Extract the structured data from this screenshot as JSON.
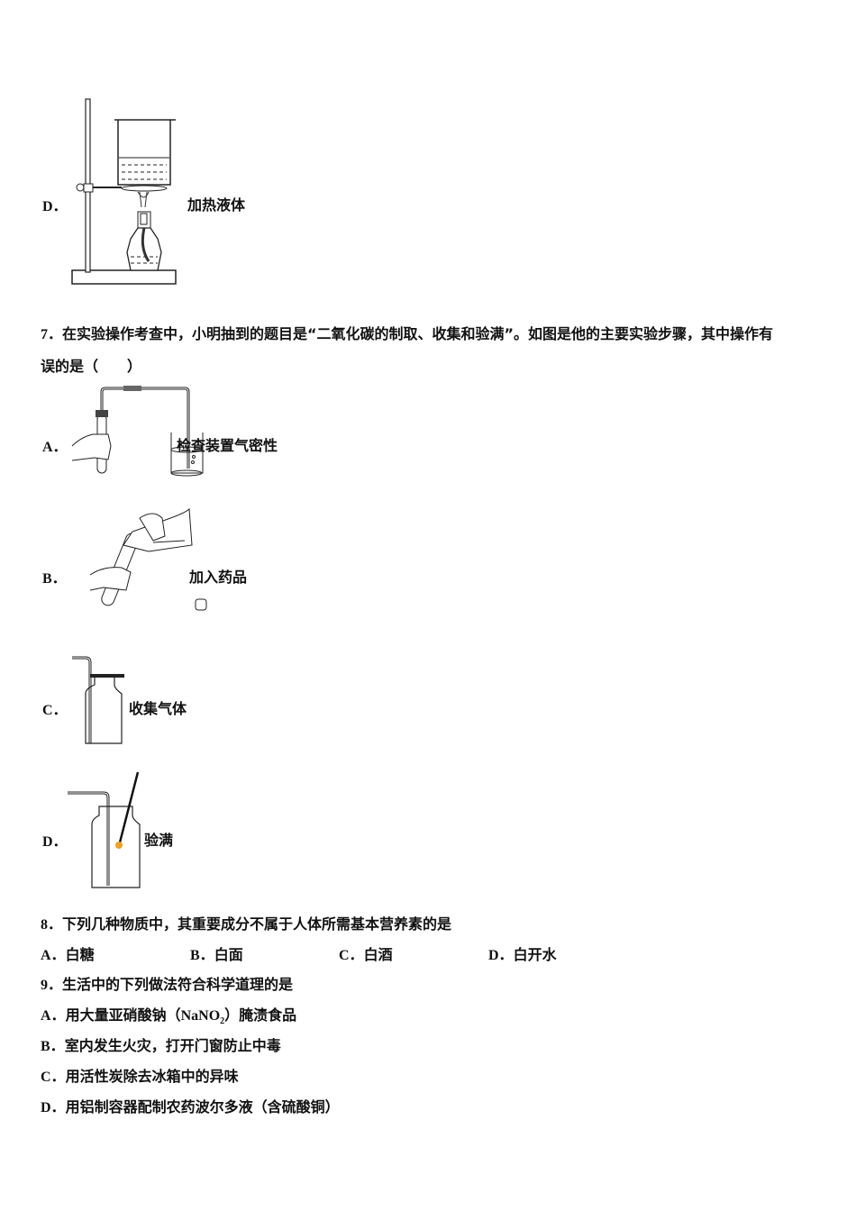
{
  "q6_tail": {
    "option_d": {
      "letter": "D．",
      "caption": "加热液体",
      "figure": "beaker-heating-on-iron-stand-over-alcohol-lamp"
    }
  },
  "q7": {
    "number": "7．",
    "stem_line1": "在实验操作考查中，小明抽到的题目是“二氧化碳的制取、收集和验满”。如图是他的主要实验步骤，其中操作有",
    "stem_line2": "误的是（　　）",
    "options": [
      {
        "letter": "A．",
        "caption": "检查装置气密性",
        "figure": "hand-holding-test-tube-air-tightness-check"
      },
      {
        "letter": "B．",
        "caption": "加入药品",
        "figure": "pouring-reagent-into-test-tube"
      },
      {
        "letter": "C．",
        "caption": "收集气体",
        "figure": "gas-collection-bottle-upward-air"
      },
      {
        "letter": "D．",
        "caption": "验满",
        "figure": "burning-stick-inside-bottle"
      }
    ]
  },
  "q8": {
    "number": "8．",
    "stem": "下列几种物质中，其重要成分不属于人体所需基本营养素的是",
    "options": [
      {
        "letter": "A．",
        "text": "白糖"
      },
      {
        "letter": "B．",
        "text": "白面"
      },
      {
        "letter": "C．",
        "text": "白酒"
      },
      {
        "letter": "D．",
        "text": "白开水"
      }
    ]
  },
  "q9": {
    "number": "9．",
    "stem": "生活中的下列做法符合科学道理的是",
    "options": [
      {
        "letter": "A．",
        "text_pre": "用大量亚硝酸钠（",
        "formula_main": "NaNO",
        "formula_sub": "2",
        "text_post": "）腌渍食品"
      },
      {
        "letter": "B．",
        "text": "室内发生火灾，打开门窗防止中毒"
      },
      {
        "letter": "C．",
        "text": "用活性炭除去冰箱中的异味"
      },
      {
        "letter": "D．",
        "text": "用铝制容器配制农药波尔多液（含硫酸铜）"
      }
    ]
  },
  "colors": {
    "text": "#111111",
    "flame": "#f0a020"
  }
}
